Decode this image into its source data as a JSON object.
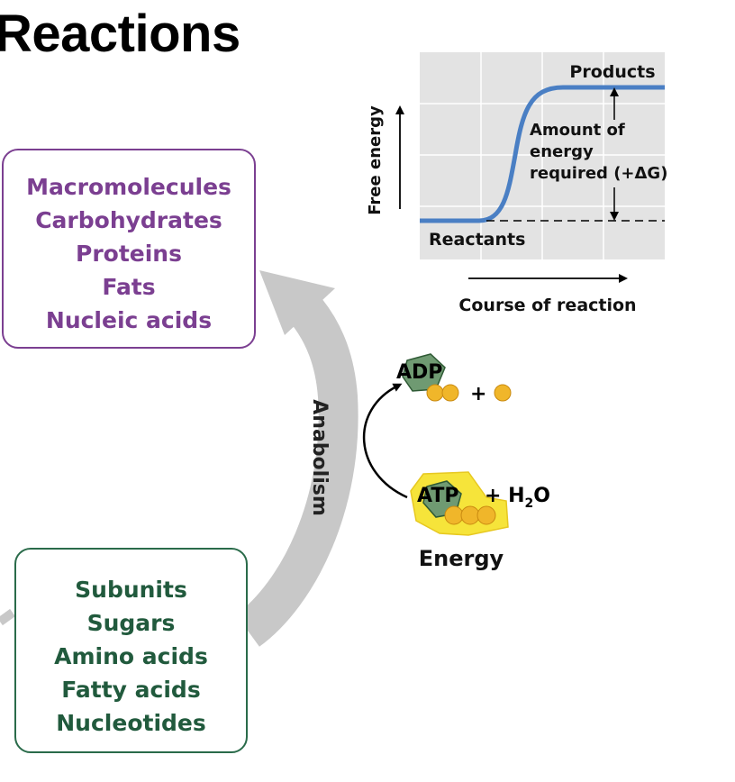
{
  "title": "Reactions",
  "macromolecules": [
    "Macromolecules",
    "Carbohydrates",
    "Proteins",
    "Fats",
    "Nucleic acids"
  ],
  "subunits": [
    "Subunits",
    "Sugars",
    "Amino acids",
    "Fatty acids",
    "Nucleotides"
  ],
  "process_label": "Anabolism",
  "energy_graph": {
    "y_axis_label": "Free energy",
    "x_axis_label": "Course of reaction",
    "products_label": "Products",
    "reactants_label": "Reactants",
    "annotation": [
      "Amount of",
      "energy",
      "required (+ΔG)"
    ]
  },
  "reaction": {
    "adp_label": "ADP",
    "plus": "+",
    "atp_label": "ATP",
    "water": "+ H",
    "water_sub": "2",
    "water_o": "O",
    "energy_label": "Energy"
  },
  "colors": {
    "macro": "#7b3f91",
    "subunit": "#215a3d",
    "curve": "#4a7fc4",
    "arrow": "#c8c8c8",
    "phosphate": "#f0b62a",
    "atp_glow": "#f6e43a",
    "nucleotide": "#6f9a72"
  }
}
